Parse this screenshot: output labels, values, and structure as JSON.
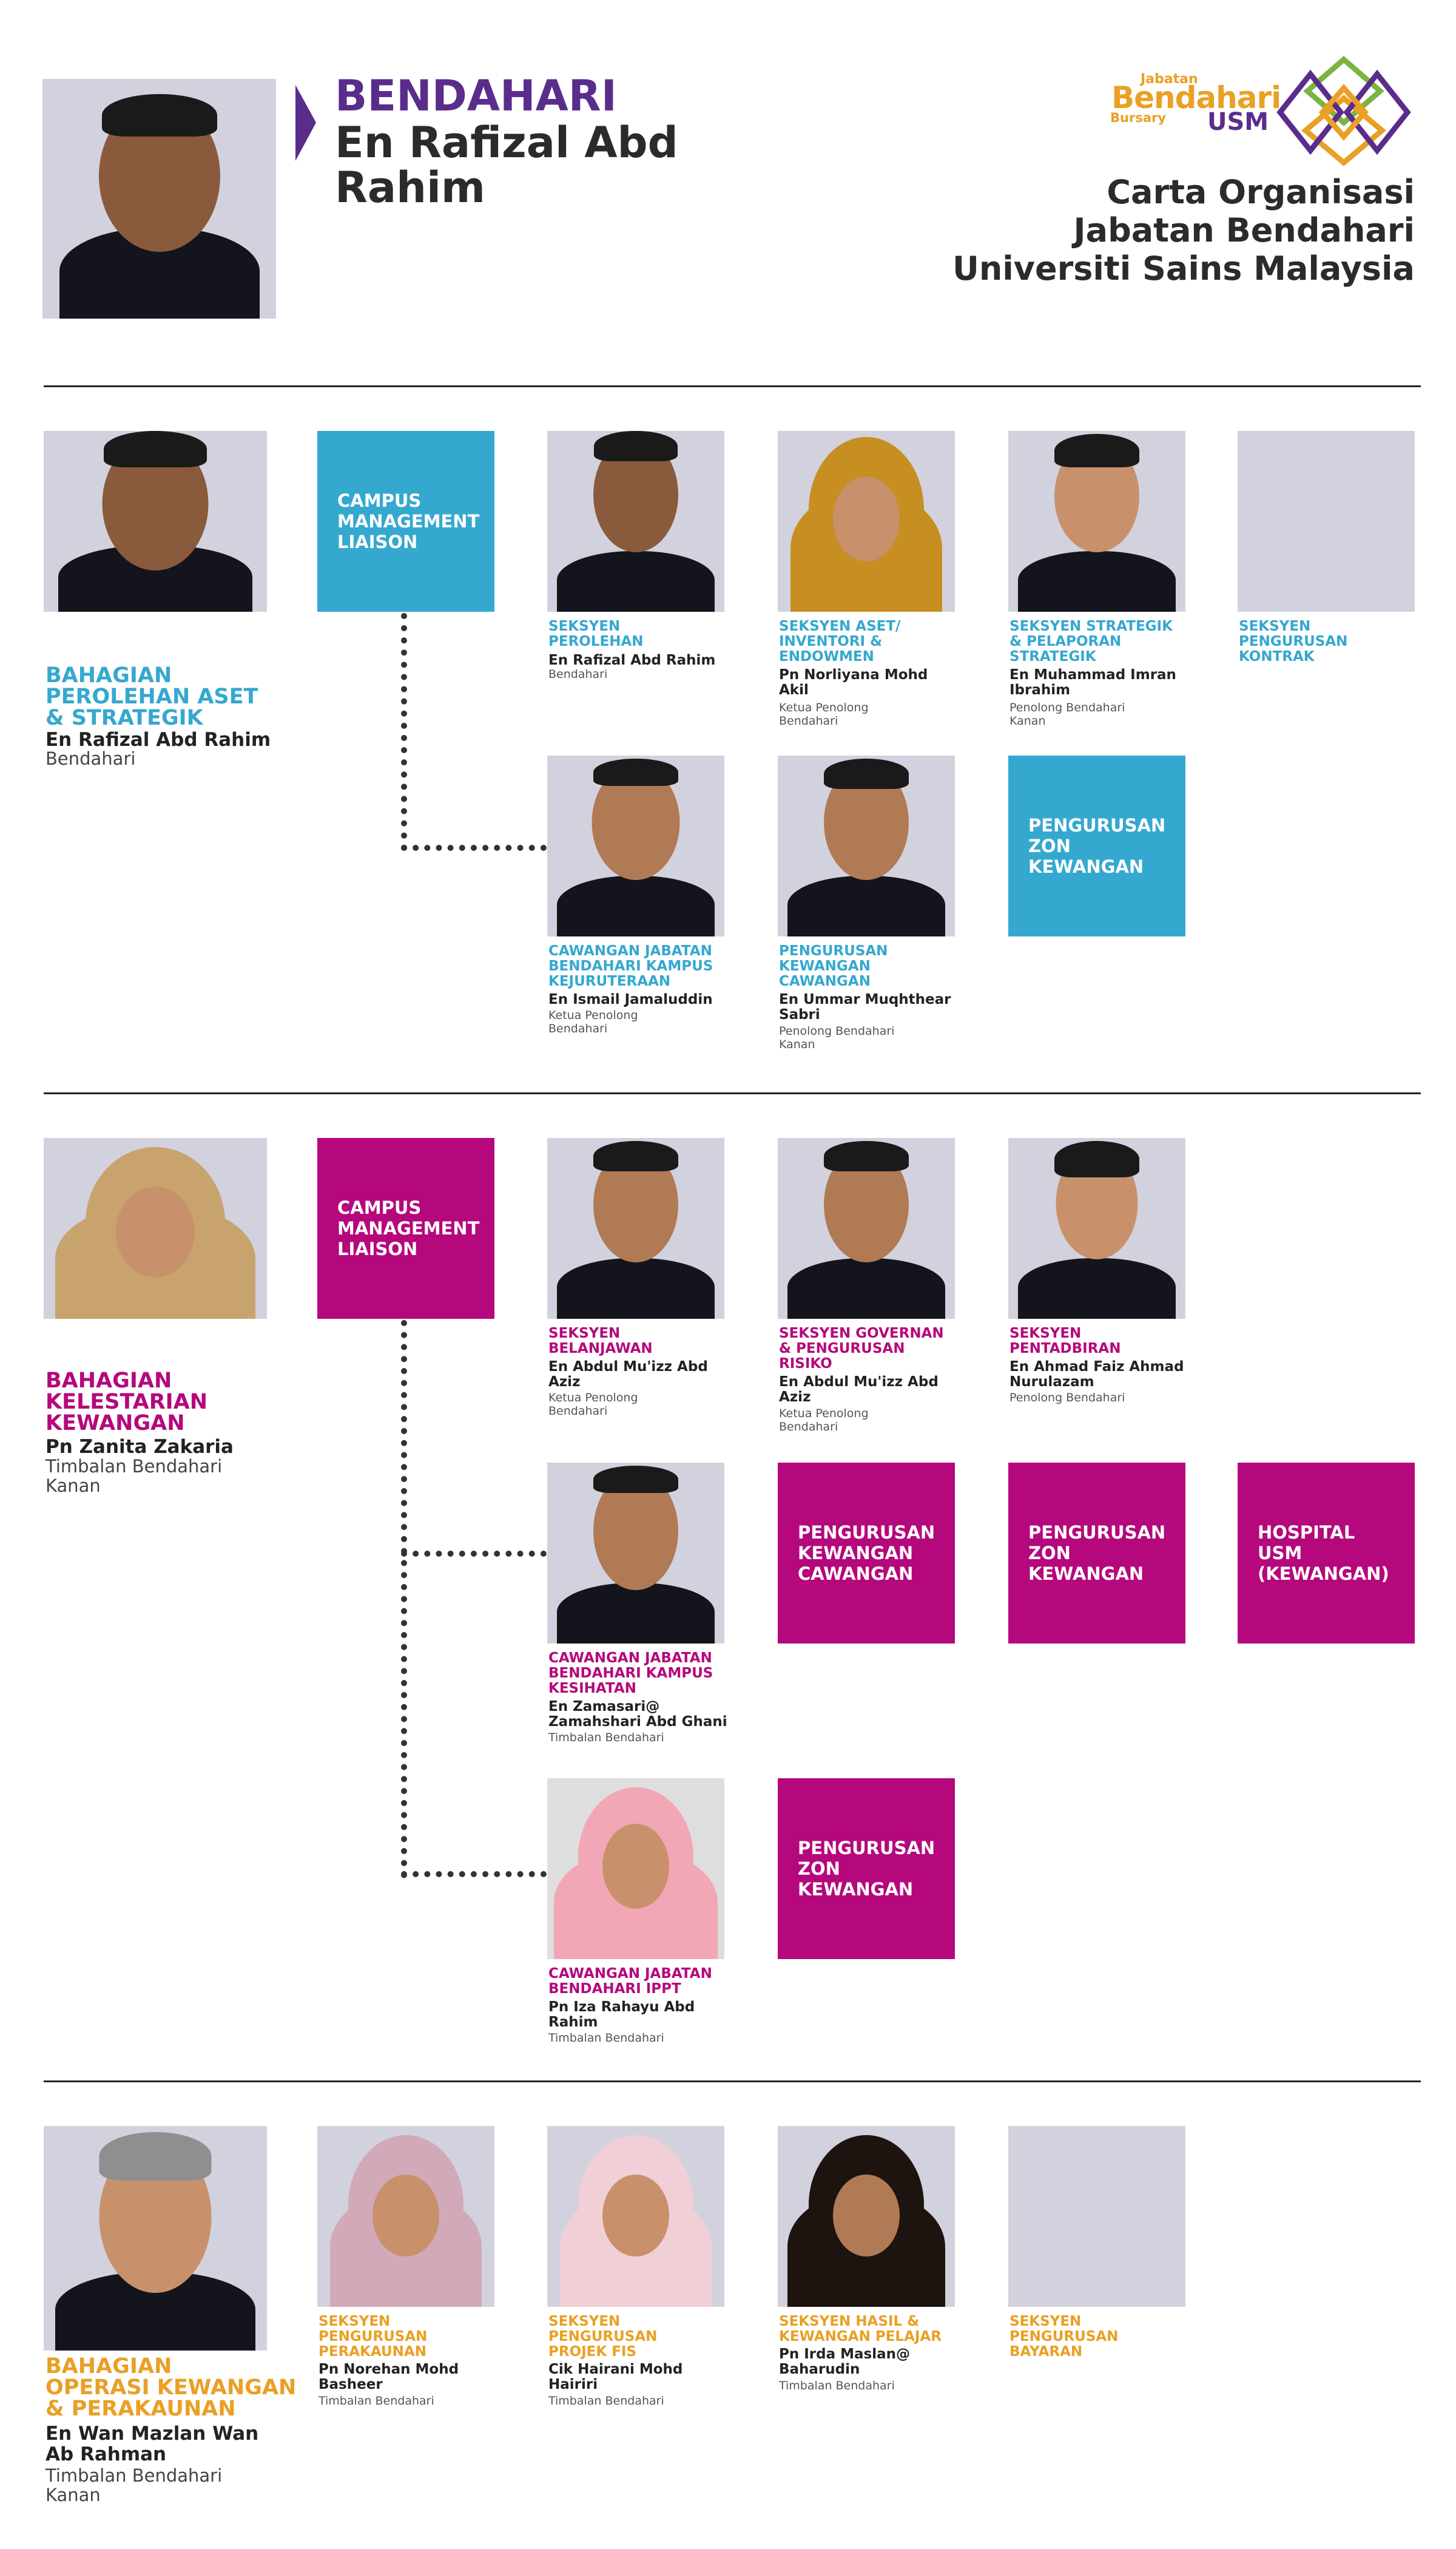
{
  "header": {
    "title_role": "BENDAHARI",
    "title_name": "En Rafizal Abd\nRahim",
    "logo": {
      "jabatan": "Jabatan",
      "bendahari": "Bendahari",
      "bursary": "Bursary",
      "usm": "USM",
      "colors": {
        "gold": "#e9a024",
        "purple": "#5a2d8c",
        "green": "#7bb541"
      }
    },
    "doc_title": "Carta Organisasi\nJabatan Bendahari\nUniversiti Sains Malaysia"
  },
  "colors": {
    "purple": "#5a2d8c",
    "blue": "#35a8cf",
    "magenta": "#b5087c",
    "gold": "#e9a024"
  },
  "section1": {
    "head": {
      "title": "BAHAGIAN\nPEROLEHAN ASET\n& STRATEGIK",
      "name": "En Rafizal Abd Rahim",
      "role": "Bendahari"
    },
    "liaison": "CAMPUS\nMANAGEMENT\nLIAISON",
    "units": [
      {
        "title": "SEKSYEN\nPEROLEHAN",
        "name": "En Rafizal Abd Rahim",
        "role": "Bendahari"
      },
      {
        "title": "SEKSYEN ASET/\nINVENTORI &\nENDOWMEN",
        "name": "Pn Norliyana Mohd\nAkil",
        "role": "Ketua Penolong\nBendahari"
      },
      {
        "title": "SEKSYEN STRATEGIK\n& PELAPORAN\nSTRATEGIK",
        "name": "En Muhammad Imran\nIbrahim",
        "role": "Penolong Bendahari\nKanan"
      },
      {
        "title": "SEKSYEN\nPENGURUSAN\nKONTRAK"
      }
    ],
    "row2": [
      {
        "title": "CAWANGAN JABATAN\nBENDAHARI KAMPUS\nKEJURUTERAAN",
        "name": "En Ismail Jamaluddin",
        "role": "Ketua Penolong\nBendahari"
      },
      {
        "title": "PENGURUSAN\nKEWANGAN\nCAWANGAN",
        "name": "En Ummar Muqhthear\nSabri",
        "role": "Penolong Bendahari\nKanan"
      }
    ],
    "zon_box": "PENGURUSAN\nZON\nKEWANGAN"
  },
  "section2": {
    "head": {
      "title": "BAHAGIAN\nKELESTARIAN\nKEWANGAN",
      "name": "Pn Zanita Zakaria",
      "role": "Timbalan Bendahari\nKanan"
    },
    "liaison": "CAMPUS\nMANAGEMENT\nLIAISON",
    "units": [
      {
        "title": "SEKSYEN\nBELANJAWAN",
        "name": "En Abdul Mu'izz Abd\nAziz",
        "role": "Ketua Penolong\nBendahari"
      },
      {
        "title": "SEKSYEN GOVERNAN\n& PENGURUSAN\nRISIKO",
        "name": "En Abdul Mu'izz Abd\nAziz",
        "role": "Ketua Penolong\nBendahari"
      },
      {
        "title": "SEKSYEN\nPENTADBIRAN",
        "name": "En Ahmad Faiz Ahmad\nNurulazam",
        "role": "Penolong Bendahari"
      }
    ],
    "row2": {
      "title": "CAWANGAN JABATAN\nBENDAHARI KAMPUS\nKESIHATAN",
      "name": "En Zamasari@\nZamahshari Abd Ghani",
      "role": "Timbalan Bendahari"
    },
    "row2_boxes": [
      "PENGURUSAN\nKEWANGAN\nCAWANGAN",
      "PENGURUSAN\nZON\nKEWANGAN",
      "HOSPITAL\nUSM\n(KEWANGAN)"
    ],
    "row3": {
      "title": "CAWANGAN JABATAN\nBENDAHARI IPPT",
      "name": "Pn Iza Rahayu Abd\nRahim",
      "role": "Timbalan Bendahari"
    },
    "row3_box": "PENGURUSAN\nZON\nKEWANGAN"
  },
  "section3": {
    "head": {
      "title": "BAHAGIAN\nOPERASI KEWANGAN\n& PERAKAUNAN",
      "name": "En Wan Mazlan Wan\nAb Rahman",
      "role": "Timbalan Bendahari\nKanan"
    },
    "units": [
      {
        "title": "SEKSYEN\nPENGURUSAN\nPERAKAUNAN",
        "name": "Pn Norehan Mohd\nBasheer",
        "role": "Timbalan Bendahari"
      },
      {
        "title": "SEKSYEN\nPENGURUSAN\nPROJEK FIS",
        "name": "Cik Hairani Mohd\nHairiri",
        "role": "Timbalan Bendahari"
      },
      {
        "title": "SEKSYEN HASIL &\nKEWANGAN PELAJAR",
        "name": "Pn Irda Maslan@\nBaharudin",
        "role": "Timbalan Bendahari"
      },
      {
        "title": "SEKSYEN\nPENGURUSAN\nBAYARAN"
      }
    ]
  }
}
